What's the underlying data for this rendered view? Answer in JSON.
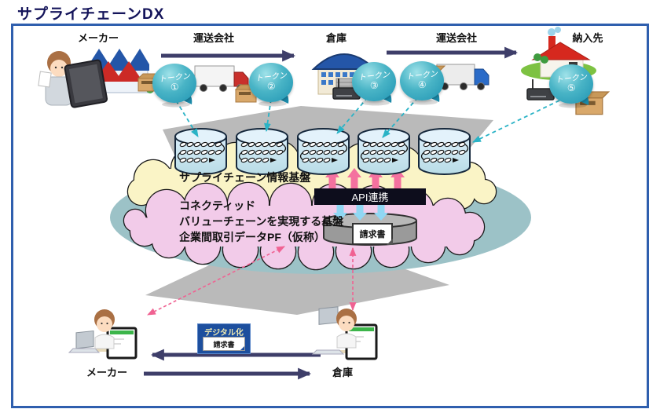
{
  "title": "サプライチェーンDX",
  "flow": {
    "nodes": [
      "メーカー",
      "運送会社",
      "倉庫",
      "運送会社",
      "納入先"
    ],
    "tokens": [
      {
        "label": "トークン",
        "num": "①"
      },
      {
        "label": "トークン",
        "num": "②"
      },
      {
        "label": "トークン",
        "num": "③"
      },
      {
        "label": "トークン",
        "num": "④"
      },
      {
        "label": "トークン",
        "num": "⑤"
      }
    ]
  },
  "platform": {
    "upper_cloud_label": "サプライチェーン情報基盤",
    "lower_cloud_lines": [
      "コネクティッド",
      "バリューチェーンを実現する基盤",
      "企業間取引データPF（仮称）"
    ],
    "api_label": "API連携",
    "invoice_label": "請求書"
  },
  "bottom": {
    "left_label": "メーカー",
    "right_label": "倉庫",
    "digitization_label": "デジタル化",
    "digitization_doc": "請求書"
  },
  "colors": {
    "navy_title": "#14145A",
    "border_blue": "#2F5FAE",
    "arrow_navy": "#3E3E69",
    "token_teal": "#1E93B2",
    "cloud_yellow": "#FAF4C6",
    "cloud_pink": "#F2CBE9",
    "ellipse_teal": "#9CC2C7",
    "api_black": "#0D0D1C",
    "pink_block_arrow": "#F4719F",
    "blue_block_arrow": "#90D7F3",
    "dashed_teal": "#2AB3C6",
    "dashed_pink": "#F06292",
    "digital_blue": "#1D4F9E",
    "gray_arrow": "#B3B3B3"
  }
}
